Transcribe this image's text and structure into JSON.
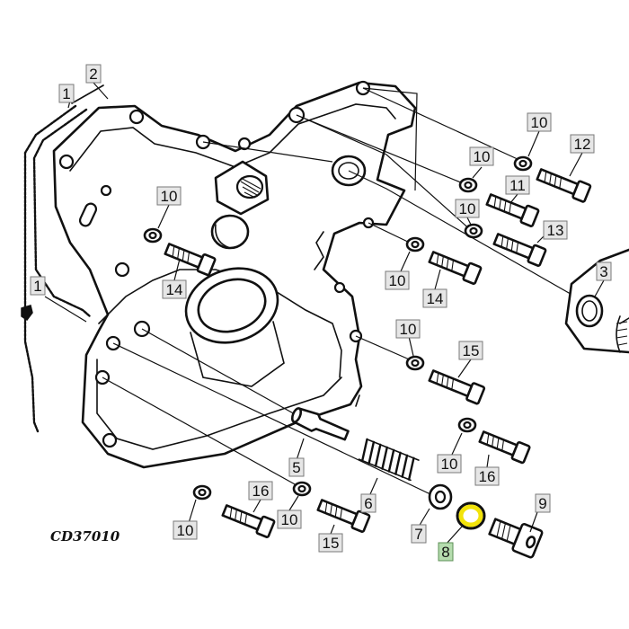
{
  "figure_code": "CD37010",
  "colors": {
    "callout_fill": "#e6e6e6",
    "callout_highlight_fill": "#b5dcae",
    "highlight_ring": "#f2e30a",
    "ink": "#111111"
  },
  "callouts": [
    {
      "id": "c-2",
      "label": "2"
    },
    {
      "id": "c-1-top",
      "label": "1"
    },
    {
      "id": "c-1-left",
      "label": "1"
    },
    {
      "id": "c-10-a",
      "label": "10"
    },
    {
      "id": "c-14-a",
      "label": "14"
    },
    {
      "id": "c-10-b",
      "label": "10"
    },
    {
      "id": "c-12",
      "label": "12"
    },
    {
      "id": "c-10-c",
      "label": "10"
    },
    {
      "id": "c-11",
      "label": "11"
    },
    {
      "id": "c-10-d",
      "label": "10"
    },
    {
      "id": "c-13",
      "label": "13"
    },
    {
      "id": "c-3",
      "label": "3"
    },
    {
      "id": "c-10-e",
      "label": "10"
    },
    {
      "id": "c-14-b",
      "label": "14"
    },
    {
      "id": "c-10-f",
      "label": "10"
    },
    {
      "id": "c-15-a",
      "label": "15"
    },
    {
      "id": "c-10-g",
      "label": "10"
    },
    {
      "id": "c-16-a",
      "label": "16"
    },
    {
      "id": "c-5",
      "label": "5"
    },
    {
      "id": "c-6",
      "label": "6"
    },
    {
      "id": "c-7",
      "label": "7"
    },
    {
      "id": "c-8",
      "label": "8",
      "highlighted": true
    },
    {
      "id": "c-9",
      "label": "9"
    },
    {
      "id": "c-16-b",
      "label": "16"
    },
    {
      "id": "c-10-h",
      "label": "10"
    },
    {
      "id": "c-10-i",
      "label": "10"
    },
    {
      "id": "c-15-b",
      "label": "15"
    }
  ]
}
